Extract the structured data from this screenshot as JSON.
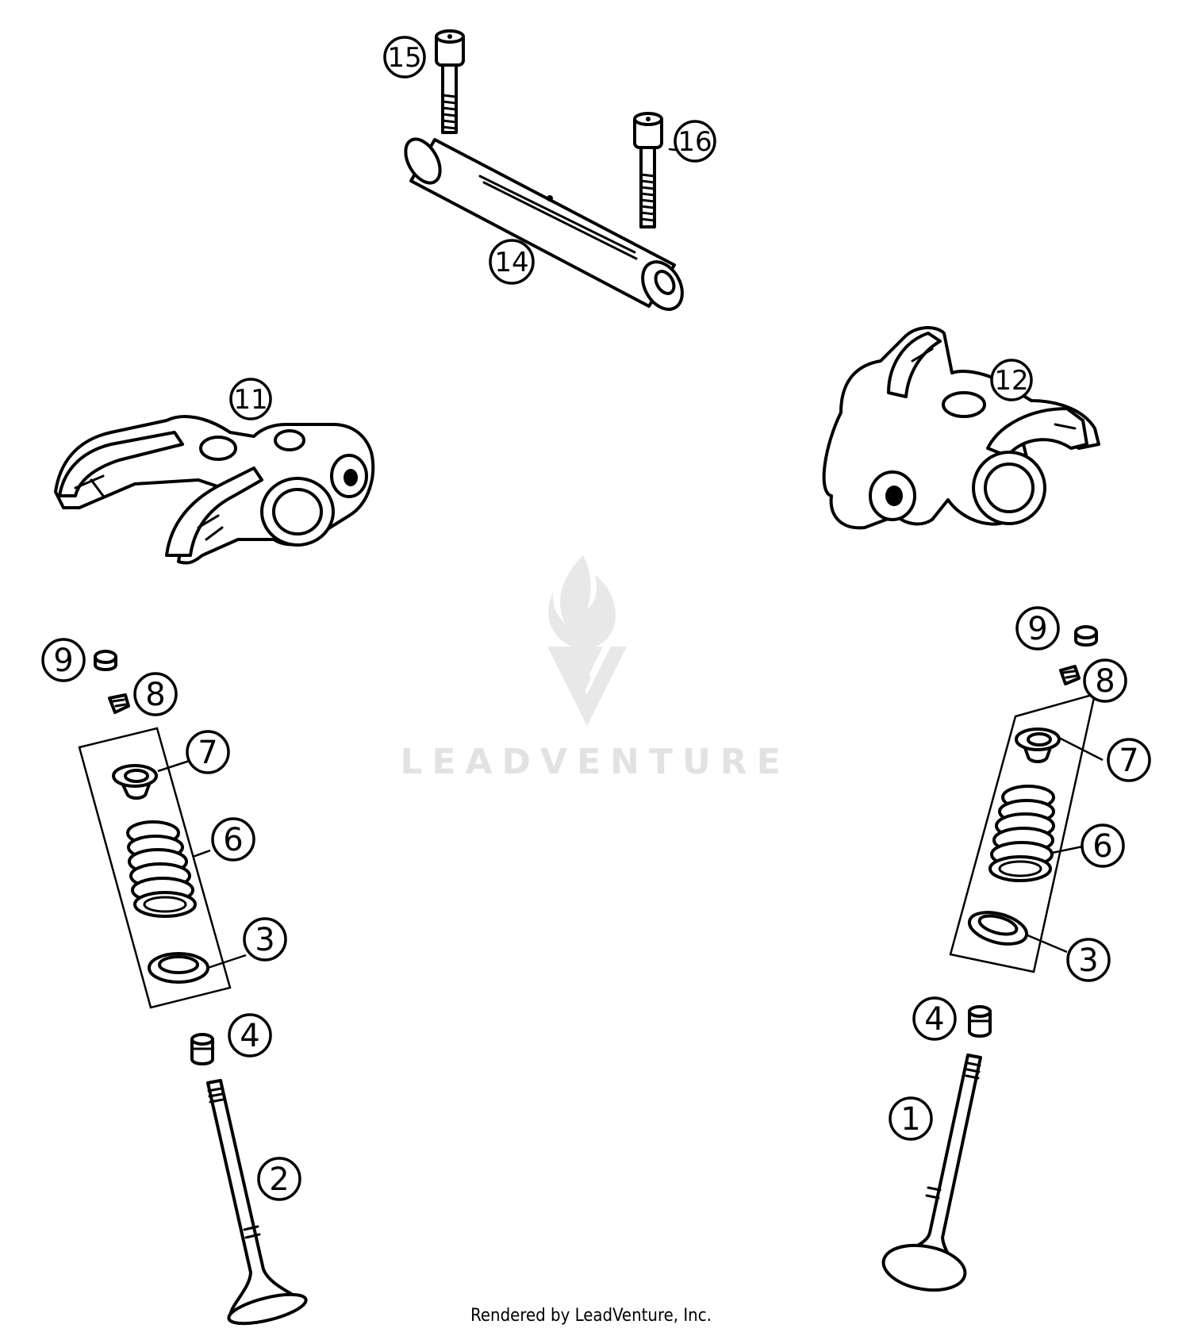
{
  "watermark": {
    "text": "LEADVENTURE",
    "logo_icon": "flame-v-logo-icon"
  },
  "footer": {
    "text": "Rendered by LeadVenture, Inc."
  },
  "callouts": {
    "c15": "15",
    "c16": "16",
    "c14": "14",
    "c11": "11",
    "c12": "12",
    "c9_left": "9",
    "c8_left": "8",
    "c7_left": "7",
    "c6_left": "6",
    "c3_left": "3",
    "c4_left": "4",
    "c2": "2",
    "c9_right": "9",
    "c8_right": "8",
    "c7_right": "7",
    "c6_right": "6",
    "c3_right": "3",
    "c4_right": "4",
    "c1": "1"
  },
  "colors": {
    "line": "#000000",
    "background": "#ffffff",
    "watermark": "#e2e2e2"
  }
}
